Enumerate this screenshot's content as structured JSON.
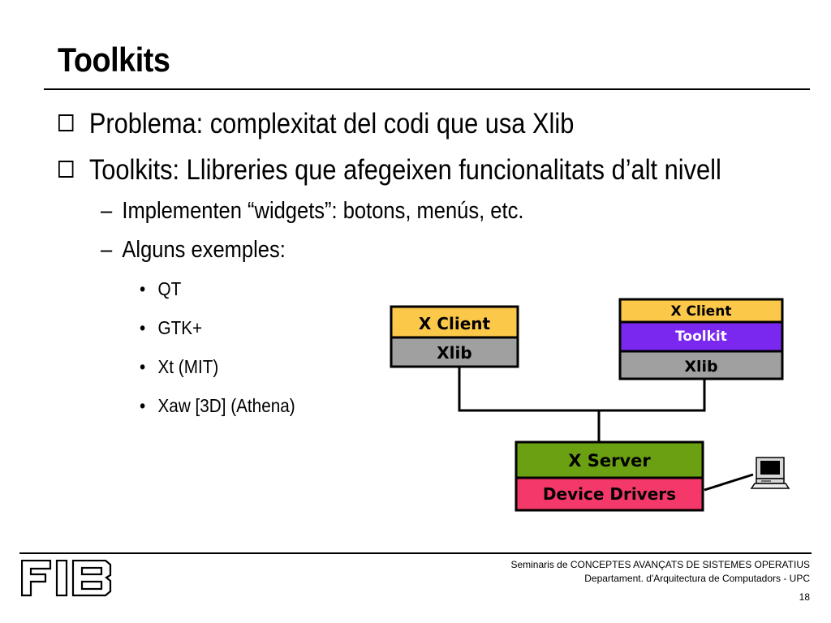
{
  "slide": {
    "title": "Toolkits",
    "bullets_l1": [
      "Problema: complexitat del codi que usa Xlib",
      "Toolkits: Llibreries que afegeixen funcionalitats d’alt nivell"
    ],
    "bullets_l2": [
      "Implementen “widgets”: botons, menús, etc.",
      "Alguns exemples:"
    ],
    "examples": [
      "QT",
      "GTK+",
      "Xt (MIT)",
      "Xaw [3D] (Athena)"
    ]
  },
  "diagram": {
    "client_a": {
      "top_label": "X Client",
      "bottom_label": "Xlib"
    },
    "client_b": {
      "top_label": "X Client",
      "middle_label": "Toolkit",
      "bottom_label": "Xlib"
    },
    "server": {
      "top_label": "X Server",
      "bottom_label": "Device Drivers"
    },
    "colors": {
      "x_client": "#fbc84a",
      "xlib": "#a0a0a0",
      "toolkit": "#7a28f0",
      "x_server": "#6aa012",
      "device_drivers": "#f4386a"
    },
    "icon": "computer-icon"
  },
  "footer": {
    "logo_text": "FIB",
    "line1": "Seminaris de CONCEPTES AVANÇATS DE SISTEMES OPERATIUS",
    "line2": "Departament.  d'Arquitectura de Computadors - UPC",
    "page_number": "18"
  }
}
